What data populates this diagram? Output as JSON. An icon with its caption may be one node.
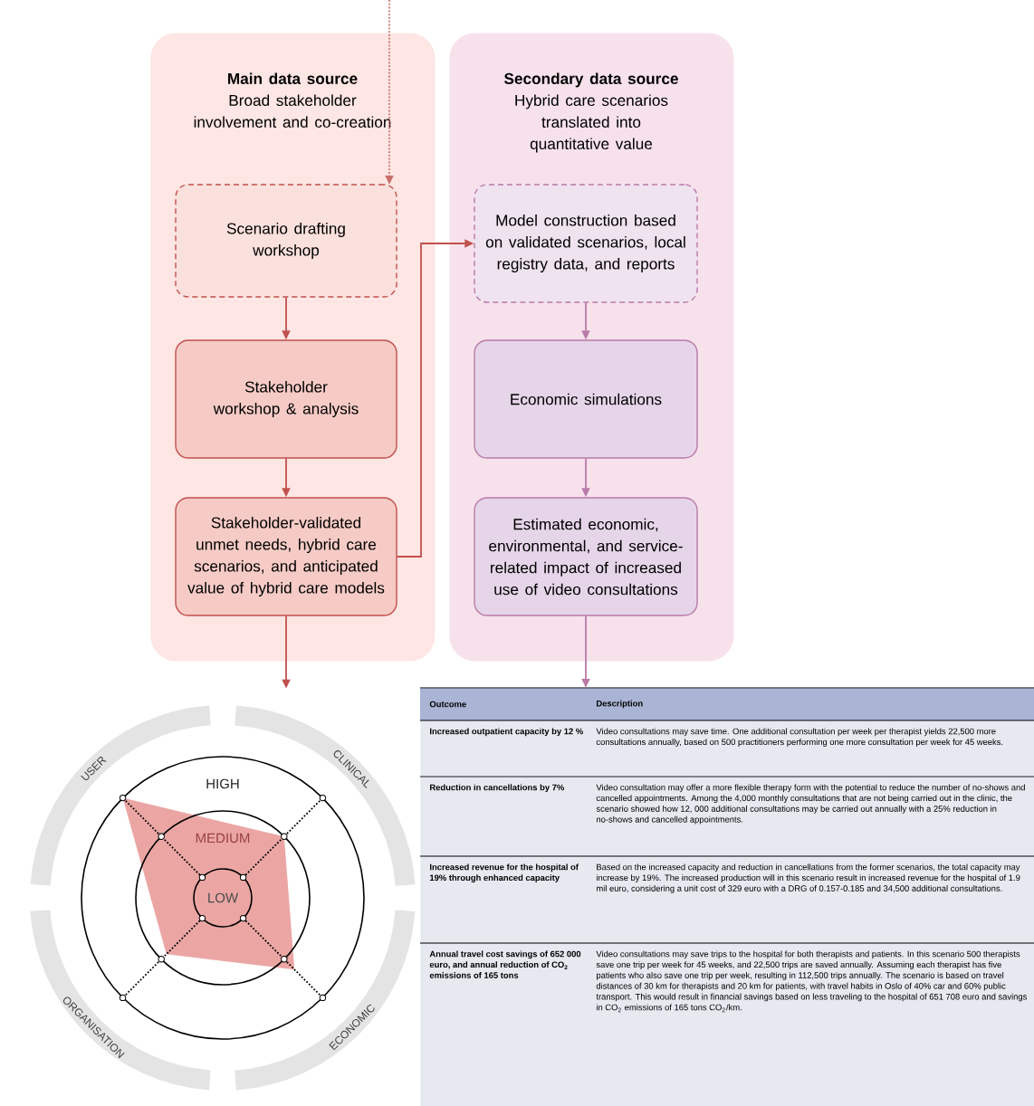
{
  "diagram": {
    "nodes": [
      {
        "text": [
          "Main data source",
          "Broad stakeholder involvement and co-creation"
        ]
      },
      {
        "text": [
          "Scenario drafting workshop"
        ],
        "in": 0
      },
      {
        "text": [
          "Stakeholder workshop & analysis"
        ],
        "in": 0
      },
      {
        "text": [
          "Stakeholder-validated unmet needs, hybrid care scenarios, and anticipated value of hybrid care models"
        ],
        "in": 0
      },
      {
        "text": [
          "Secondary data source",
          "Hybrid care scenarios translated into quantitative value"
        ]
      },
      {
        "text": [
          "Model construction based on validated scenarios, local registry data, and reports"
        ],
        "in": 4
      },
      {
        "text": [
          "Economic simulations"
        ],
        "in": 4
      },
      {
        "text": [
          "Estimated economic, environmental, and service-related impact of increased use of video consultations"
        ],
        "in": 4
      },
      {
        "text": [],
        "shape": "picture"
      },
      {
        "text": [],
        "shape": "box"
      }
    ],
    "edges": [
      {
        "from": null,
        "to": 1,
        "arrow": "to",
        "style": "dashed",
        "color": "#c8706a"
      },
      {
        "from": 1,
        "to": 2,
        "arrow": "to",
        "color": "#c0504d"
      },
      {
        "from": 2,
        "to": 3,
        "arrow": "to",
        "color": "#c0504d"
      },
      {
        "from": 3,
        "to": 5,
        "arrow": "to",
        "color": "#c0504d"
      },
      {
        "from": 5,
        "to": 6,
        "arrow": "to",
        "color": "#b97aa8"
      },
      {
        "from": 6,
        "to": 7,
        "arrow": "to",
        "color": "#b97aa8"
      },
      {
        "from": 3,
        "to": 8,
        "arrow": "to",
        "color": "#c0504d"
      },
      {
        "from": 7,
        "to": 9,
        "arrow": "to",
        "color": "#b97aa8"
      }
    ],
    "labels": [
      "USER",
      "CLINICAL",
      "HIGH",
      "MEDIUM",
      "LOW",
      "ORGANISATION",
      "ECONOMIC",
      "Outcome",
      "Description",
      "Increased outpatient capacity by 12 %",
      "Video consultations may save time. One additional consultation per week per therapist yields 22,500 more consultations annually, based on 500 practitioners performing one more consultation per week for 45 weeks.",
      "Reduction in cancellations by 7%",
      "Video consultation may offer a more flexible therapy form with the potential to reduce the number of no-shows and cancelled appointments. Among the 4,000 monthly consultations that are not being carried out in the clinic, the scenario showed how 12, 000 additional consultations may be carried out annually with a 25% reduction in no-shows and cancelled appointments.",
      "Increased revenue for the hospital of 19% through enhanced capacity",
      "Based on the increased capacity and reduction in cancellations from the former scenarios, the total capacity may increase by 19%. The increased production will in this scenario result in increased revenue for the hospital of 1.9 mil euro, considering a unit cost of 329 euro with a DRG of 0.157-0.185 and 34,500 additional consultations.",
      "Annual travel cost savings of 652 000 euro, and annual reduction of CO$_{2}$ emissions of 165 tons",
      "Video consultations may save trips to the hospital for both therapists and patients. In this scenario 500 therapists save one trip per week for 45 weeks, and 22,500 trips are saved annually. Assuming each therapist has five patients who also save one trip per week, resulting in 112,500 trips annually. The scenario is based on travel distances of 30 km for therapists and 20 km for patients, with travel habits in Oslo of 40% car and 60% public transport. This would result in financial savings based on less traveling to the hospital of 651 708 euro and savings in CO$_{2}$ emissions of 165 tons CO$_{2}$/km."
    ]
  }
}
